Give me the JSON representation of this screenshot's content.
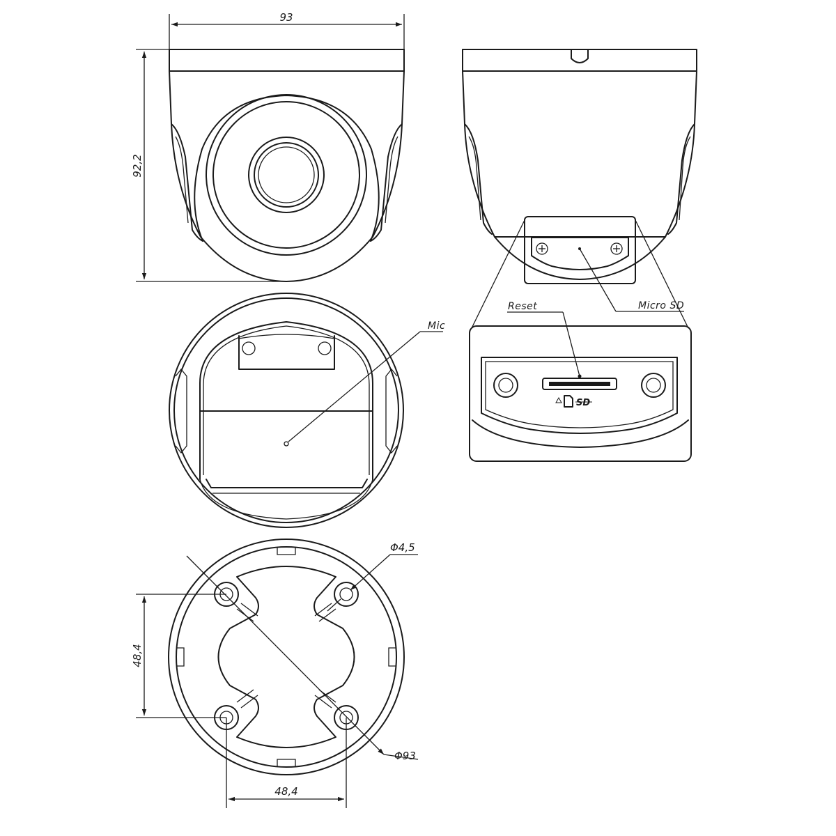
{
  "dimensions": {
    "front_width": "93",
    "front_height": "92,2",
    "hole_spacing_vertical": "48,4",
    "hole_spacing_horizontal": "48,4",
    "hole_diameter": "Φ4,5",
    "base_diameter": "Φ93"
  },
  "callouts": {
    "microphone": "Mic",
    "reset_button": "Reset",
    "card_slot": "Micro SD"
  },
  "icons": {
    "slot_symbols": [
      "triangle-icon",
      "sd-card-icon",
      "sd-logo-icon"
    ]
  },
  "colors": {
    "line": "#1a1a1a",
    "background": "#ffffff"
  }
}
